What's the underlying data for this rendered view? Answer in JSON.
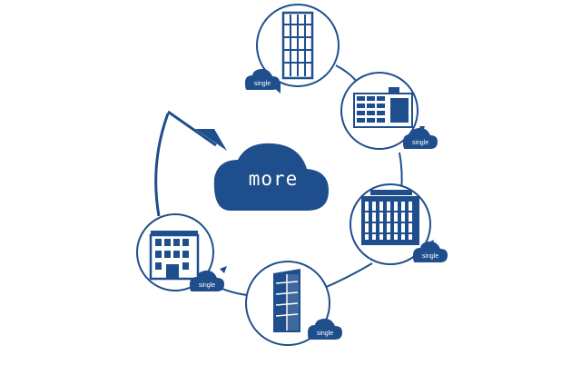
{
  "center": {
    "label": "more"
  },
  "nodes": [
    {
      "id": "tall-tower",
      "cloud_label": "single"
    },
    {
      "id": "office-block",
      "cloud_label": "single"
    },
    {
      "id": "wide-building",
      "cloud_label": "single"
    },
    {
      "id": "slim-tower",
      "cloud_label": "single"
    },
    {
      "id": "low-building",
      "cloud_label": "single"
    }
  ],
  "colors": {
    "primary": "#1f4e8c",
    "background": "#ffffff"
  }
}
